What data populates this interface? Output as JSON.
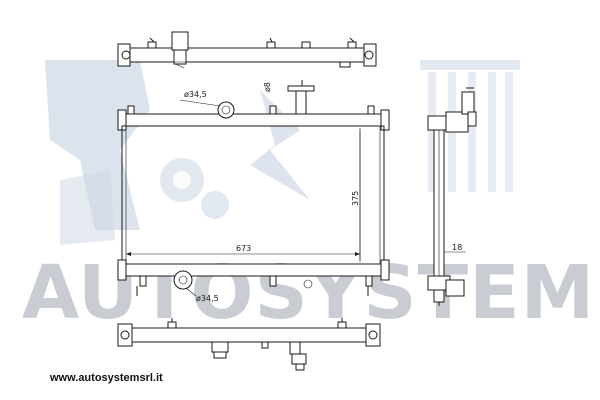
{
  "dimensions": {
    "inlet_diameter_top": "ø34,5",
    "inlet_diameter_bottom": "ø34,5",
    "small_port_diameter": "ø8",
    "core_width": "673",
    "core_height": "375",
    "core_depth": "18"
  },
  "watermark": {
    "brand": "AUTOSYSTEM"
  },
  "footer": {
    "website": "www.autosystemsrl.it"
  },
  "colors": {
    "line": "#1a1a1a",
    "watermark_shape": "#cfd9e6",
    "watermark_text": "#c9cdd3"
  }
}
